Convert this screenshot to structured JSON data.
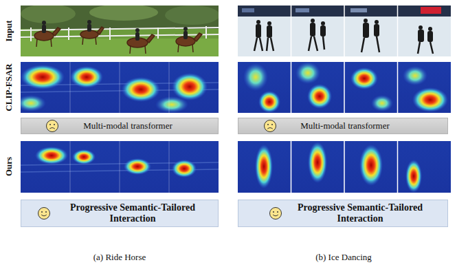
{
  "diagram": {
    "nodes": [
      {
        "text": [
          "Multi-modal transformer"
        ]
      },
      {
        "text": [
          "Multi-modal transformer"
        ]
      },
      {
        "text": [
          "Progressive Semantic-Tailored Interaction"
        ]
      },
      {
        "text": [
          "Progressive Semantic-Tailored Interaction"
        ]
      }
    ],
    "labels": [
      "Input",
      "CLIP-FSAR",
      "Ours",
      "(a) Ride Horse",
      "(b) Ice Dancing"
    ]
  }
}
